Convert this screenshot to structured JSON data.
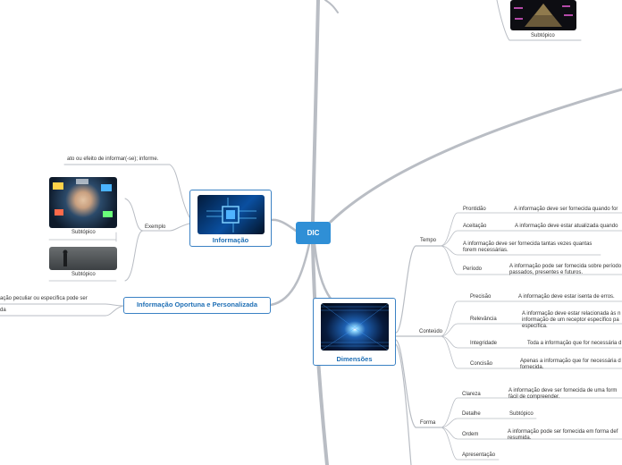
{
  "central": {
    "label": "DIC"
  },
  "topics": {
    "informacao": {
      "label": "Informação"
    },
    "oportuna": {
      "label": "Informação Oportuna e Personalizada"
    },
    "dimensoes": {
      "label": "Dimensões"
    }
  },
  "informacao_children": {
    "definition": "ato ou efeito de informar(-se); informe.",
    "exemplo": "Exemplo",
    "subtopic_1": "Subtópico",
    "subtopic_2": "Subtópico"
  },
  "top_right": {
    "subtopic": "Subtópico"
  },
  "oportuna_children": {
    "line1": "ação peculiar ou específica pode ser",
    "line2": "da"
  },
  "dimensoes": {
    "tempo": {
      "label": "Tempo",
      "items": [
        {
          "label": "Prontidão",
          "desc": "A informação deve ser fornecida quando for"
        },
        {
          "label": "Aceitação",
          "desc": "A informação deve estar atualizada quando"
        },
        {
          "label": "",
          "desc": "A informação deve ser fornecida tantas vezes quantas forem necessárias."
        },
        {
          "label": "Período",
          "desc": "A informação pode ser fornecida sobre período passados, presentes e futuros."
        }
      ]
    },
    "conteudo": {
      "label": "Conteúdo",
      "items": [
        {
          "label": "Precisão",
          "desc": "A informação deve estar isenta de erros."
        },
        {
          "label": "Relevância",
          "desc": "A informação deve estar relacionada às n informação de um receptor específico pa específica."
        },
        {
          "label": "Integridade",
          "desc": "Toda a informação que for necessária d"
        },
        {
          "label": "Concisão",
          "desc": "Apenas a informação que for necessária d fornecida."
        }
      ]
    },
    "forma": {
      "label": "Forma",
      "items": [
        {
          "label": "Clareza",
          "desc": "A informação deve ser fornecida de uma form fácil de compreender."
        },
        {
          "label": "Detalhe",
          "desc": "Subtópico"
        },
        {
          "label": "Ordem",
          "desc": "A informação pode ser fornecida em forma def resumida."
        },
        {
          "label": "Apresentação",
          "desc": ""
        }
      ]
    }
  },
  "colors": {
    "line": "#b7bcc4",
    "accent": "#2f8fd6",
    "border": "#3b82c4"
  }
}
